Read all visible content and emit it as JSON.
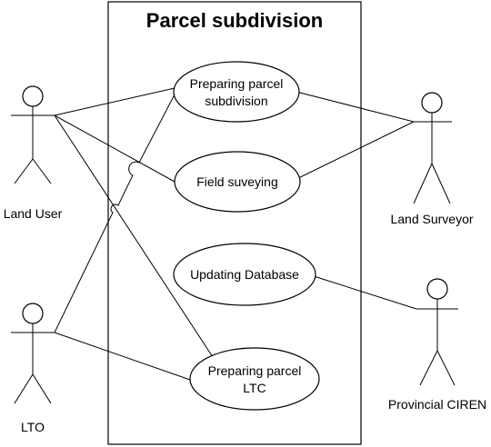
{
  "title": "Parcel subdivision",
  "actors": {
    "land_user": "Land User",
    "lto": "LTO",
    "land_surveyor": "Land Surveyor",
    "provincial_ciren": "Provincial CIREN"
  },
  "use_cases": {
    "preparing_subdivision": [
      "Preparing parcel",
      "subdivision"
    ],
    "field_surveying": [
      "Field suveying"
    ],
    "updating_database": [
      "Updating Database"
    ],
    "preparing_ltc": [
      "Preparing parcel",
      "LTC"
    ]
  }
}
